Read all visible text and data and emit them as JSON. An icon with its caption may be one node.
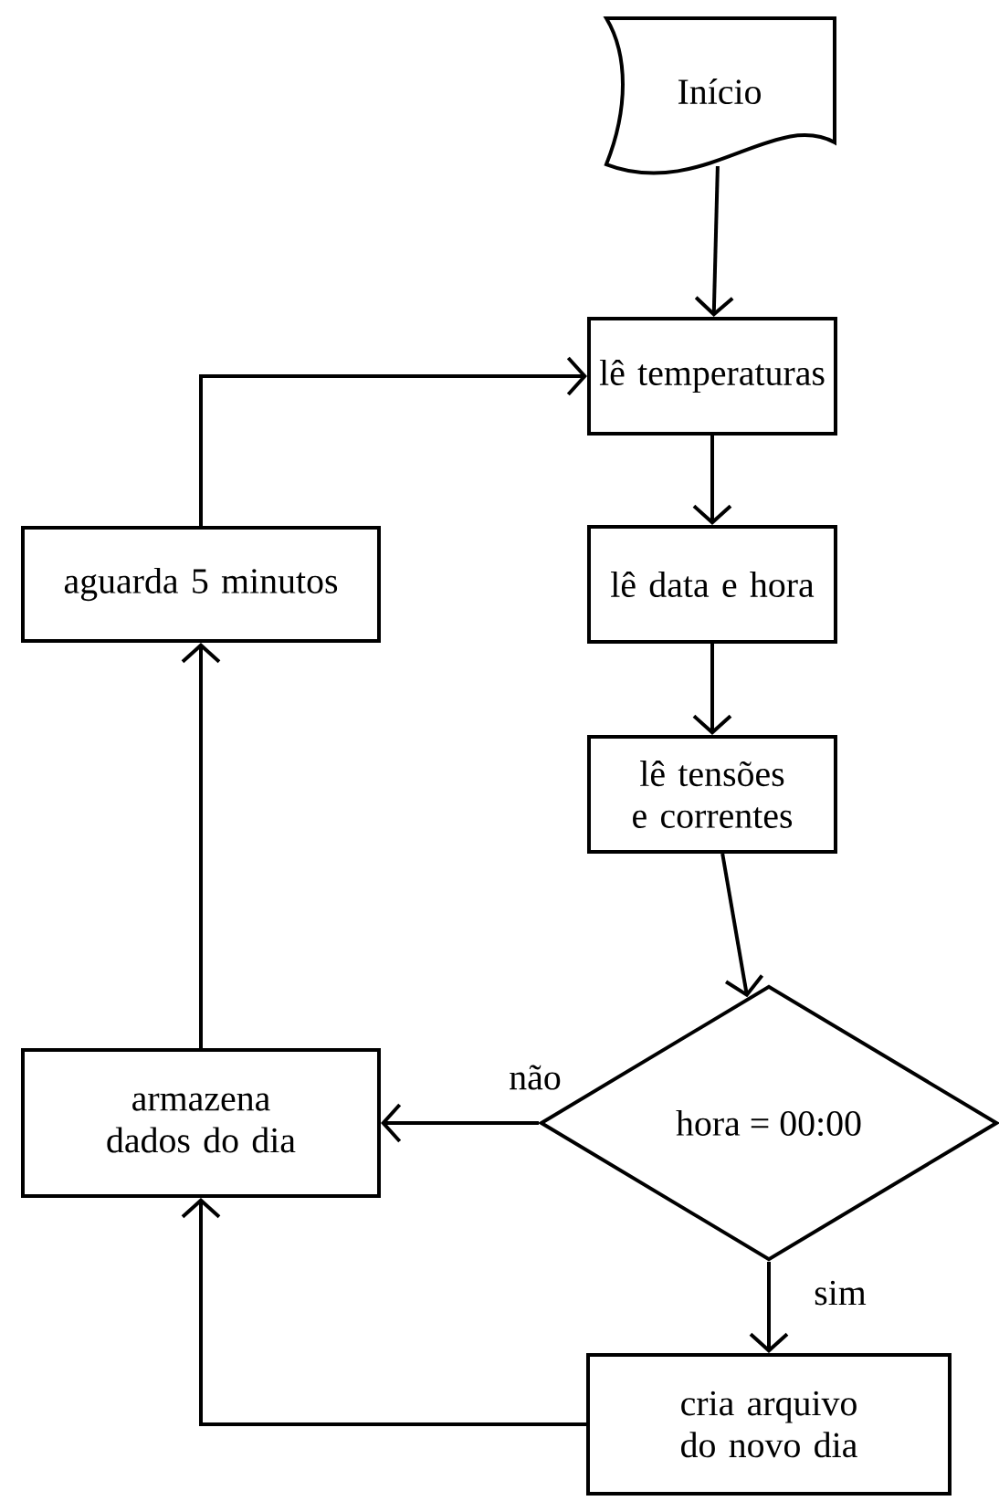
{
  "diagram": {
    "nodes": [
      {
        "text": [
          "Início"
        ]
      },
      {
        "text": [
          "lê temperaturas"
        ]
      },
      {
        "text": [
          "lê data e hora"
        ]
      },
      {
        "text": [
          "lê tensões e correntes"
        ]
      },
      {
        "text": [
          "hora = 00:00"
        ]
      },
      {
        "text": [
          "cria arquivo do novo dia"
        ]
      },
      {
        "text": [
          "armazena dados do dia"
        ]
      },
      {
        "text": [
          "aguarda 5 minutos"
        ]
      }
    ],
    "edges": [
      {
        "from": 0,
        "to": 1,
        "arrow": "to"
      },
      {
        "from": 1,
        "to": 2,
        "arrow": "to"
      },
      {
        "from": 2,
        "to": 3,
        "arrow": "to"
      },
      {
        "from": 3,
        "to": 4,
        "arrow": "to"
      },
      {
        "from": 4,
        "to": 5,
        "arrow": "to",
        "label": "sim"
      },
      {
        "from": 4,
        "to": 6,
        "arrow": "to",
        "label": "não"
      },
      {
        "from": 5,
        "to": 6,
        "arrow": "to"
      },
      {
        "from": 6,
        "to": 7,
        "arrow": "to"
      },
      {
        "from": 7,
        "to": 1,
        "arrow": "to"
      }
    ]
  }
}
